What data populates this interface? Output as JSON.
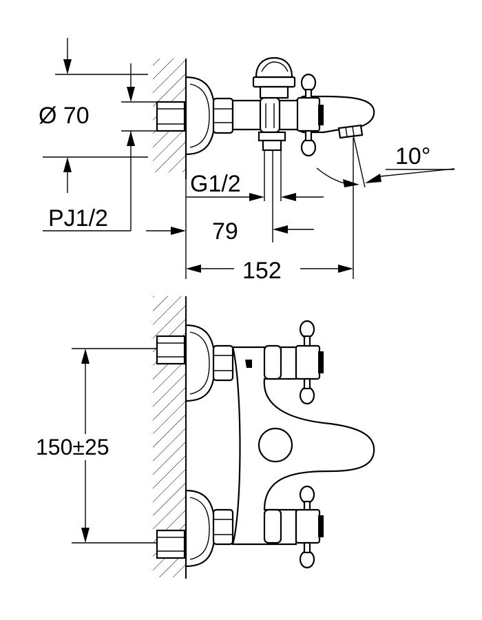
{
  "diagram": {
    "labels": {
      "diameter": "Ø 70",
      "thread_g": "G1/2",
      "thread_pj": "PJ1/2",
      "dim_79": "79",
      "dim_152": "152",
      "angle": "10°",
      "centers": "150±25"
    }
  }
}
